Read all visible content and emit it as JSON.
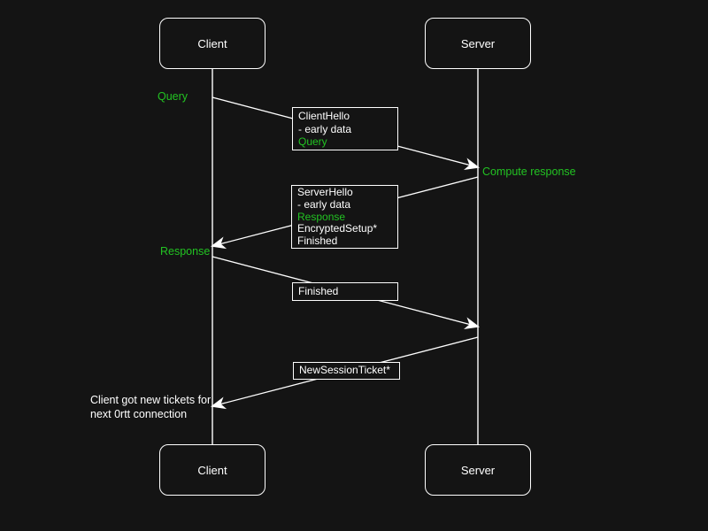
{
  "diagram": {
    "title_semantic": "TLS 0-RTT sequence diagram",
    "colors": {
      "background": "#141414",
      "stroke": "#ffffff",
      "accent_green": "#22c322"
    },
    "actors": {
      "top": [
        {
          "label": "Client"
        },
        {
          "label": "Server"
        }
      ],
      "bottom": [
        {
          "label": "Client"
        },
        {
          "label": "Server"
        }
      ]
    },
    "labels": {
      "query": "Query",
      "compute_response": "Compute response",
      "response": "Response"
    },
    "boxes": {
      "client_hello": [
        "ClientHello",
        "- early data",
        "Query"
      ],
      "server_hello": [
        "ServerHello",
        "- early data",
        "Response",
        "EncryptedSetup*",
        "Finished"
      ],
      "finished": [
        "Finished"
      ],
      "new_session_ticket": [
        "NewSessionTicket*"
      ]
    },
    "note": {
      "line1": "Client got new tickets for",
      "line2": "next 0rtt connection"
    }
  }
}
